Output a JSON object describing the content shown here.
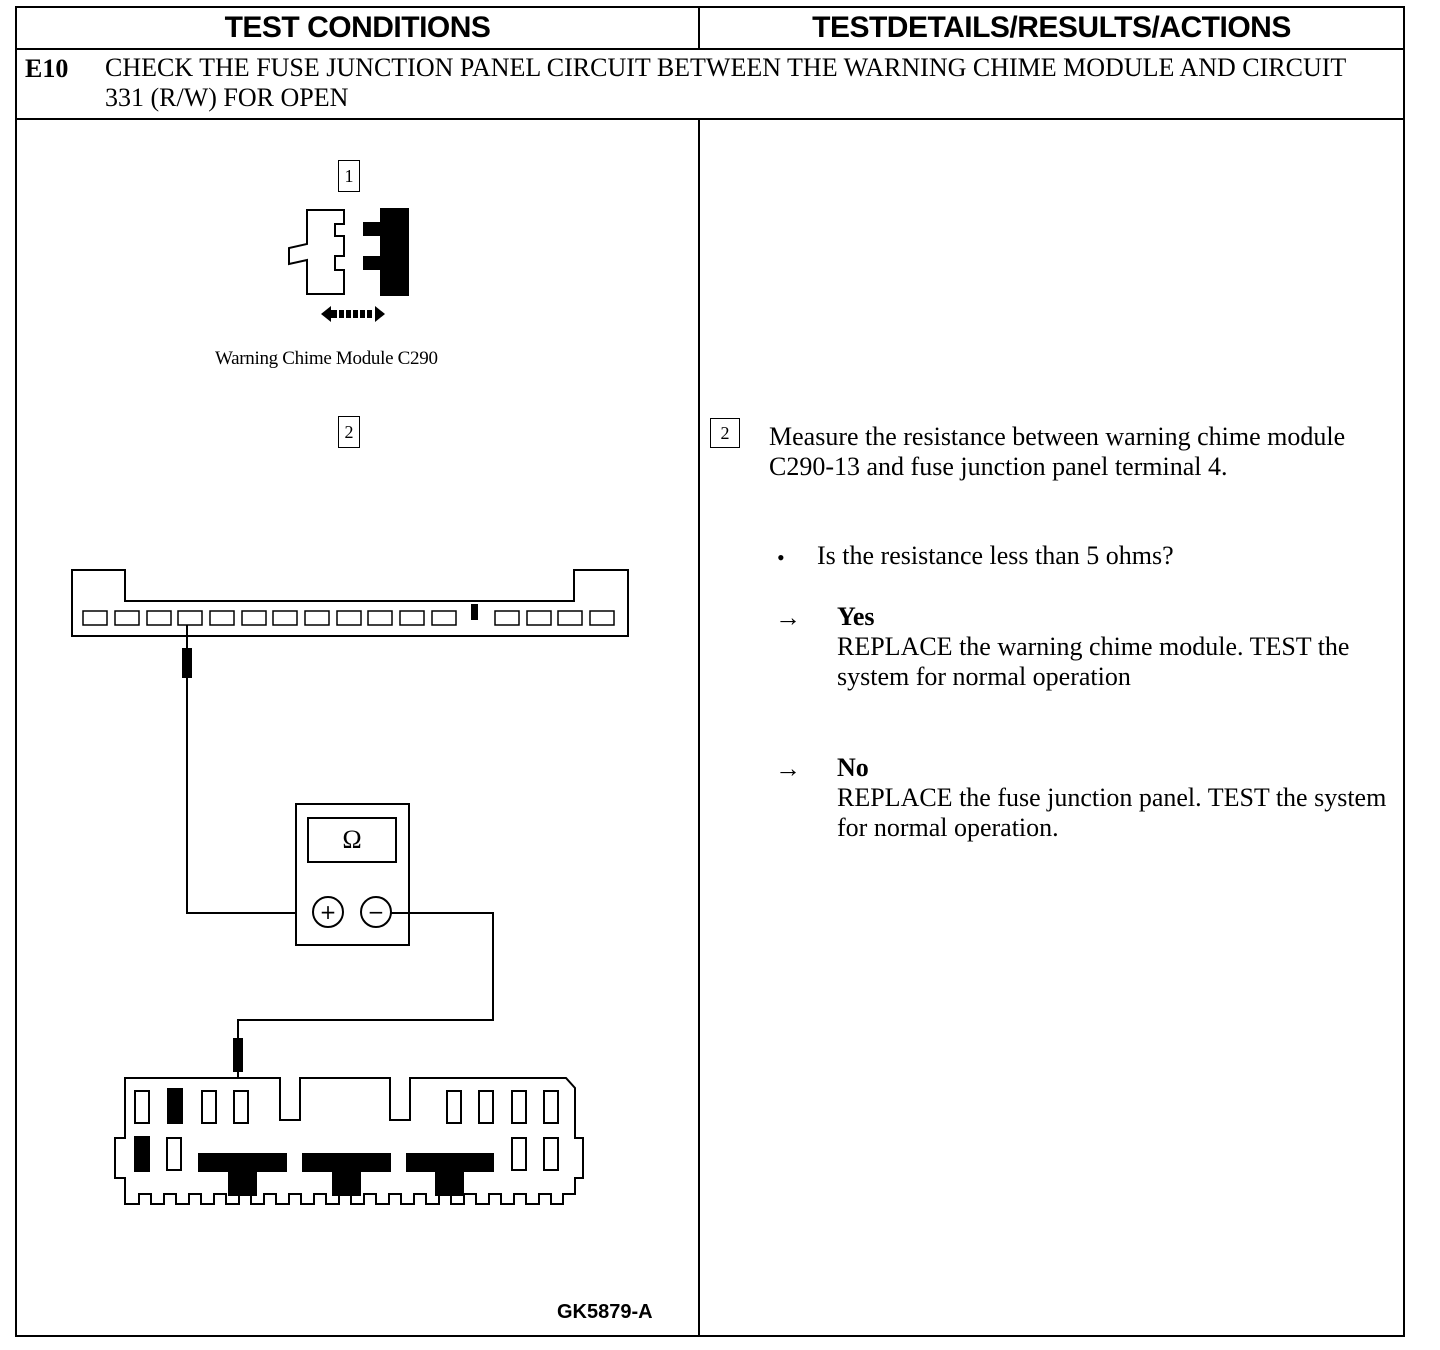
{
  "header": {
    "left": "TEST CONDITIONS",
    "right": "TESTDETAILS/RESULTS/ACTIONS"
  },
  "step": {
    "code": "E10",
    "title": "CHECK THE FUSE JUNCTION PANEL CIRCUIT BETWEEN THE WARNING CHIME MODULE AND CIRCUIT 331 (R/W) FOR OPEN"
  },
  "left": {
    "marker1": "1",
    "caption1": "Warning Chime Module C290",
    "marker2": "2",
    "meter_symbol": "Ω",
    "plus": "+",
    "minus": "−",
    "figure_id": "GK5879-A"
  },
  "right": {
    "marker2": "2",
    "instruction": "Measure the resistance between warning chime module C290-13 and fuse junction panel terminal 4.",
    "question": "Is the resistance less than 5 ohms?",
    "yes_label": "Yes",
    "yes_action": "REPLACE the warning chime module. TEST the system for normal operation",
    "no_label": "No",
    "no_action": "REPLACE the fuse junction panel. TEST the system for normal operation.",
    "arrow_glyph": "→",
    "bullet_glyph": "•"
  }
}
